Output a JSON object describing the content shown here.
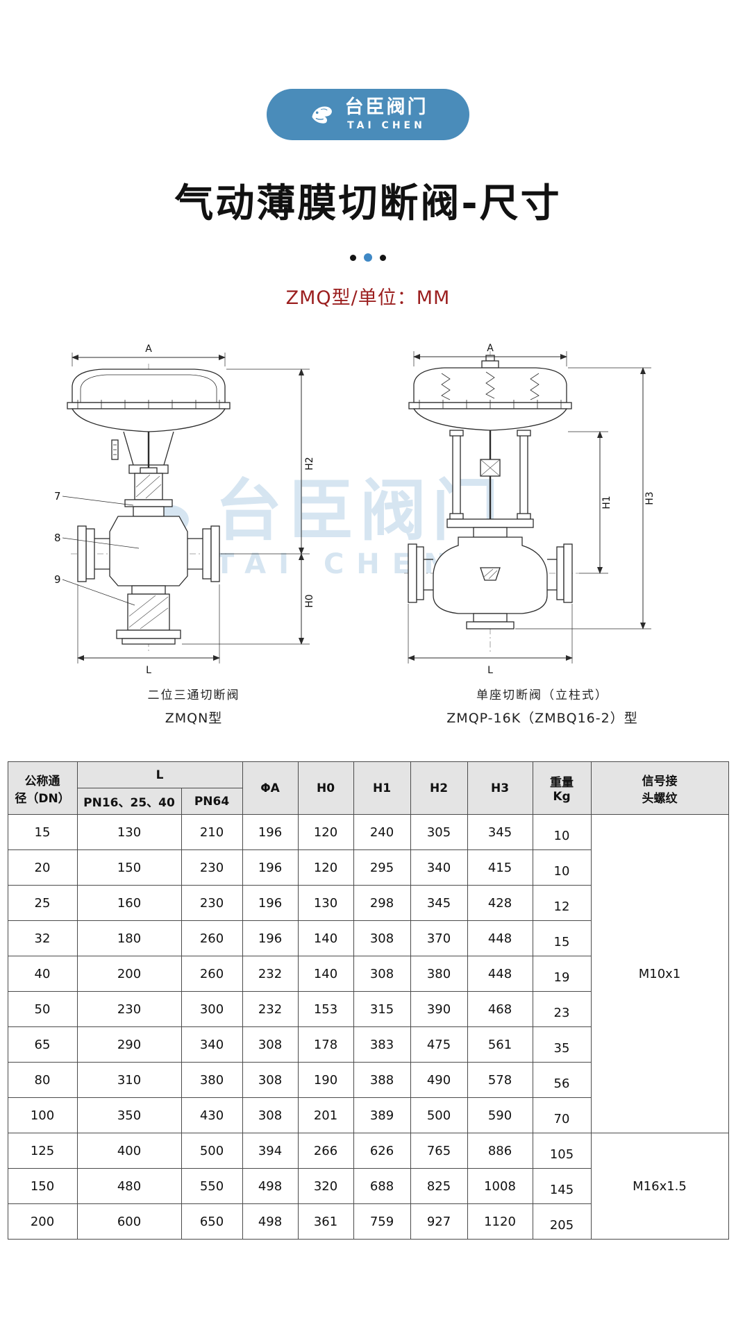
{
  "colors": {
    "brand_blue": "#4a8cba",
    "accent_dot_blue": "#3f88c5",
    "subtitle_red": "#9b1f1f",
    "watermark_blue": "#b5d0e6",
    "table_header_gray": "#e4e4e4"
  },
  "header": {
    "brand_name": "台臣阀门",
    "brand_sub": "TAI CHEN"
  },
  "title": "气动薄膜切断阀-尺寸",
  "subtitle": "ZMQ型/单位：MM",
  "watermark": {
    "text": "台臣阀门",
    "sub": "TAI CHEN"
  },
  "figures": {
    "left": {
      "caption1": "二位三通切断阀",
      "caption2": "ZMQN型",
      "dim_a": "A",
      "dim_h2": "H2",
      "dim_h0": "H0",
      "dim_l": "L",
      "part7": "7",
      "part8": "8",
      "part9": "9"
    },
    "right": {
      "caption1": "单座切断阀（立柱式）",
      "caption2": "ZMQP-16K（ZMBQ16-2）型",
      "dim_a": "A",
      "dim_h1": "H1",
      "dim_h3": "H3",
      "dim_l": "L"
    }
  },
  "table": {
    "header": {
      "dn1": "公称通",
      "dn2": "径（DN）",
      "l": "L",
      "l_sub1": "PN16、25、40",
      "l_sub2": "PN64",
      "phi_a": "ΦA",
      "h0": "H0",
      "h1": "H1",
      "h2": "H2",
      "h3": "H3",
      "weight1": "重量",
      "weight2": "Kg",
      "signal1": "信号接",
      "signal2": "头螺纹"
    },
    "rows": [
      {
        "dn": "15",
        "l_pn16": "130",
        "l_pn64": "210",
        "phi_a": "196",
        "h0": "120",
        "h1": "240",
        "h2": "305",
        "h3": "345",
        "kg": "10"
      },
      {
        "dn": "20",
        "l_pn16": "150",
        "l_pn64": "230",
        "phi_a": "196",
        "h0": "120",
        "h1": "295",
        "h2": "340",
        "h3": "415",
        "kg": "10"
      },
      {
        "dn": "25",
        "l_pn16": "160",
        "l_pn64": "230",
        "phi_a": "196",
        "h0": "130",
        "h1": "298",
        "h2": "345",
        "h3": "428",
        "kg": "12"
      },
      {
        "dn": "32",
        "l_pn16": "180",
        "l_pn64": "260",
        "phi_a": "196",
        "h0": "140",
        "h1": "308",
        "h2": "370",
        "h3": "448",
        "kg": "15"
      },
      {
        "dn": "40",
        "l_pn16": "200",
        "l_pn64": "260",
        "phi_a": "232",
        "h0": "140",
        "h1": "308",
        "h2": "380",
        "h3": "448",
        "kg": "19"
      },
      {
        "dn": "50",
        "l_pn16": "230",
        "l_pn64": "300",
        "phi_a": "232",
        "h0": "153",
        "h1": "315",
        "h2": "390",
        "h3": "468",
        "kg": "23"
      },
      {
        "dn": "65",
        "l_pn16": "290",
        "l_pn64": "340",
        "phi_a": "308",
        "h0": "178",
        "h1": "383",
        "h2": "475",
        "h3": "561",
        "kg": "35"
      },
      {
        "dn": "80",
        "l_pn16": "310",
        "l_pn64": "380",
        "phi_a": "308",
        "h0": "190",
        "h1": "388",
        "h2": "490",
        "h3": "578",
        "kg": "56"
      },
      {
        "dn": "100",
        "l_pn16": "350",
        "l_pn64": "430",
        "phi_a": "308",
        "h0": "201",
        "h1": "389",
        "h2": "500",
        "h3": "590",
        "kg": "70"
      },
      {
        "dn": "125",
        "l_pn16": "400",
        "l_pn64": "500",
        "phi_a": "394",
        "h0": "266",
        "h1": "626",
        "h2": "765",
        "h3": "886",
        "kg": "105"
      },
      {
        "dn": "150",
        "l_pn16": "480",
        "l_pn64": "550",
        "phi_a": "498",
        "h0": "320",
        "h1": "688",
        "h2": "825",
        "h3": "1008",
        "kg": "145"
      },
      {
        "dn": "200",
        "l_pn16": "600",
        "l_pn64": "650",
        "phi_a": "498",
        "h0": "361",
        "h1": "759",
        "h2": "927",
        "h3": "1120",
        "kg": "205"
      }
    ],
    "signal_groups": [
      {
        "label": "M10x1",
        "rows": 9
      },
      {
        "label": "M16x1.5",
        "rows": 3
      }
    ]
  }
}
